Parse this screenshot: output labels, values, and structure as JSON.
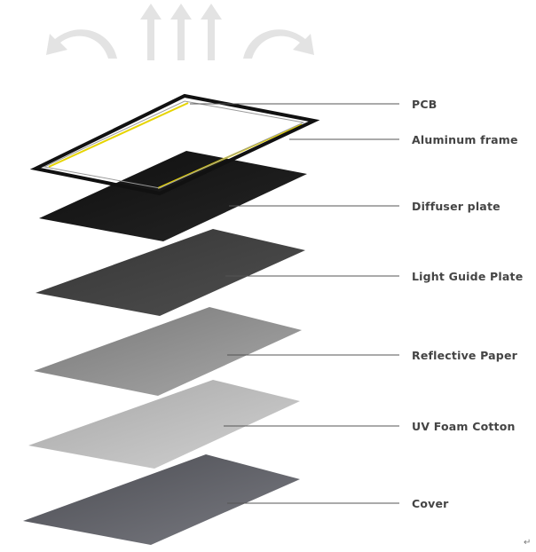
{
  "diagram": {
    "layers": [
      {
        "id": "pcb",
        "label": "PCB"
      },
      {
        "id": "aluminum-frame",
        "label": "Aluminum frame"
      },
      {
        "id": "diffuser-plate",
        "label": "Diffuser plate"
      },
      {
        "id": "light-guide-plate",
        "label": "Light Guide Plate"
      },
      {
        "id": "reflective-paper",
        "label": "Reflective Paper"
      },
      {
        "id": "uv-foam-cotton",
        "label": "UV Foam Cotton"
      },
      {
        "id": "cover",
        "label": "Cover"
      }
    ],
    "colors": {
      "frame_stroke": "#111111",
      "pcb_strip": "#e6d400",
      "diffuser": "#161616",
      "light_guide": "#3f3f3f",
      "reflective": "#8a8a8a",
      "foam": "#b9b9b9",
      "cover": "#5d5e64",
      "leader_line": "#555555",
      "arrow": "#e3e3e3"
    },
    "paragraph_mark": "↵"
  }
}
